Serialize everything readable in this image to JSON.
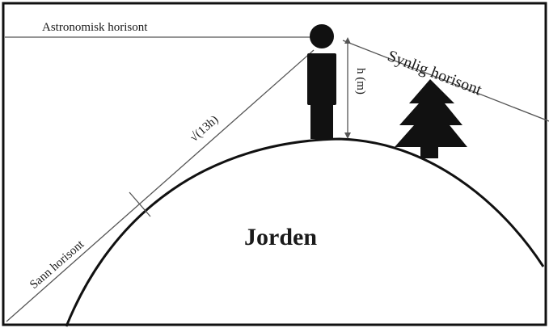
{
  "diagram": {
    "labels": {
      "astronomical_horizon": "Astronomisk horisont",
      "visible_horizon": "Synlig horisont",
      "true_horizon": "Sann horisont",
      "height": "h (m)",
      "distance": "√(13h)",
      "earth": "Jorden"
    },
    "colors": {
      "ink": "#111111",
      "thin_line": "#555555",
      "background": "#ffffff"
    },
    "icons": [
      "person-icon",
      "tree-icon"
    ]
  }
}
